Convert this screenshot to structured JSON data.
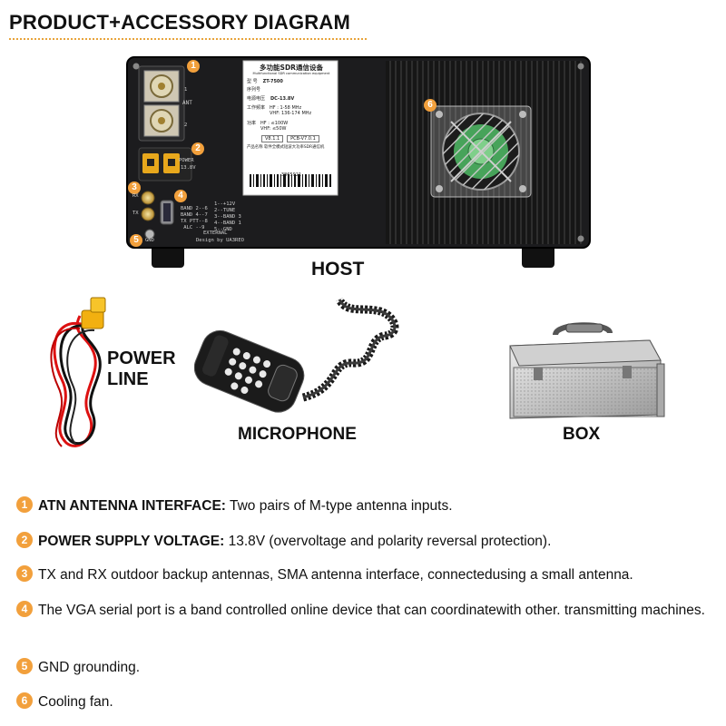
{
  "header": {
    "title": "PRODUCT+ACCESSORY DIAGRAM"
  },
  "products": {
    "host": "HOST",
    "power_line": [
      "POWER",
      "LINE"
    ],
    "microphone": "MICROPHONE",
    "box": "BOX"
  },
  "panel": {
    "badges": [
      "1",
      "2",
      "3",
      "4",
      "5",
      "6"
    ],
    "ant_label": "ANT",
    "ant_1": "1",
    "ant_2": "2",
    "power_label": [
      "POWER",
      "13.8V"
    ],
    "rx": "RX",
    "tx": "TX",
    "gnd": "GND",
    "pinout_left": "BAND 2--6\nBAND 4--7\nTX PTT--8\n ALC --9",
    "pinout_right": "1--+12V\n2--TUNE\n3--BAND 3\n4--BAND 1\n5--GND",
    "external": "EXTERNAL",
    "design": "Design by UA3REO",
    "sticker": {
      "title": "多功能SDR通信设备",
      "subtitle": "Multifunctional SDR communication equipment",
      "model_label": "型 号",
      "model_value": "ZT-7500",
      "serial_label": "序列号",
      "power_label": "电源电压",
      "power_value": "DC-13.8V",
      "freq_label": "工作频率",
      "freq_hf": "HF : 1-58 MHz",
      "freq_vhf": "VHF: 136-174 MHz",
      "out_label": "功率",
      "out_hf": "HF  : ≤100W",
      "out_vhf": "VHF: ≤50W",
      "ver_a": "V8.1.1",
      "ver_b": "PCB-V7.0.1",
      "footer": "产品名称  软件全模式短波大功率SDR通信机",
      "barcode_no": "3865921"
    }
  },
  "features": [
    {
      "num": "1",
      "head": "ATN ANTENNA INTERFACE:",
      "text": " Two pairs of M-type antenna inputs."
    },
    {
      "num": "2",
      "head": "POWER SUPPLY VOLTAGE:",
      "text": " 13.8V (overvoltage and polarity reversal protection)."
    },
    {
      "num": "3",
      "head": "",
      "text": "TX and RX outdoor backup antennas, SMA antenna interface, connectedusing a small antenna."
    },
    {
      "num": "4",
      "head": "",
      "text": "The VGA serial port is a band controlled online device that can coordinatewith other. transmitting machines."
    },
    {
      "num": "5",
      "head": "",
      "text": "GND grounding."
    },
    {
      "num": "6",
      "head": "",
      "text": "Cooling fan."
    }
  ],
  "colors": {
    "accent": "#f2a03c",
    "panel": "#1c1c1e",
    "text": "#111111"
  }
}
